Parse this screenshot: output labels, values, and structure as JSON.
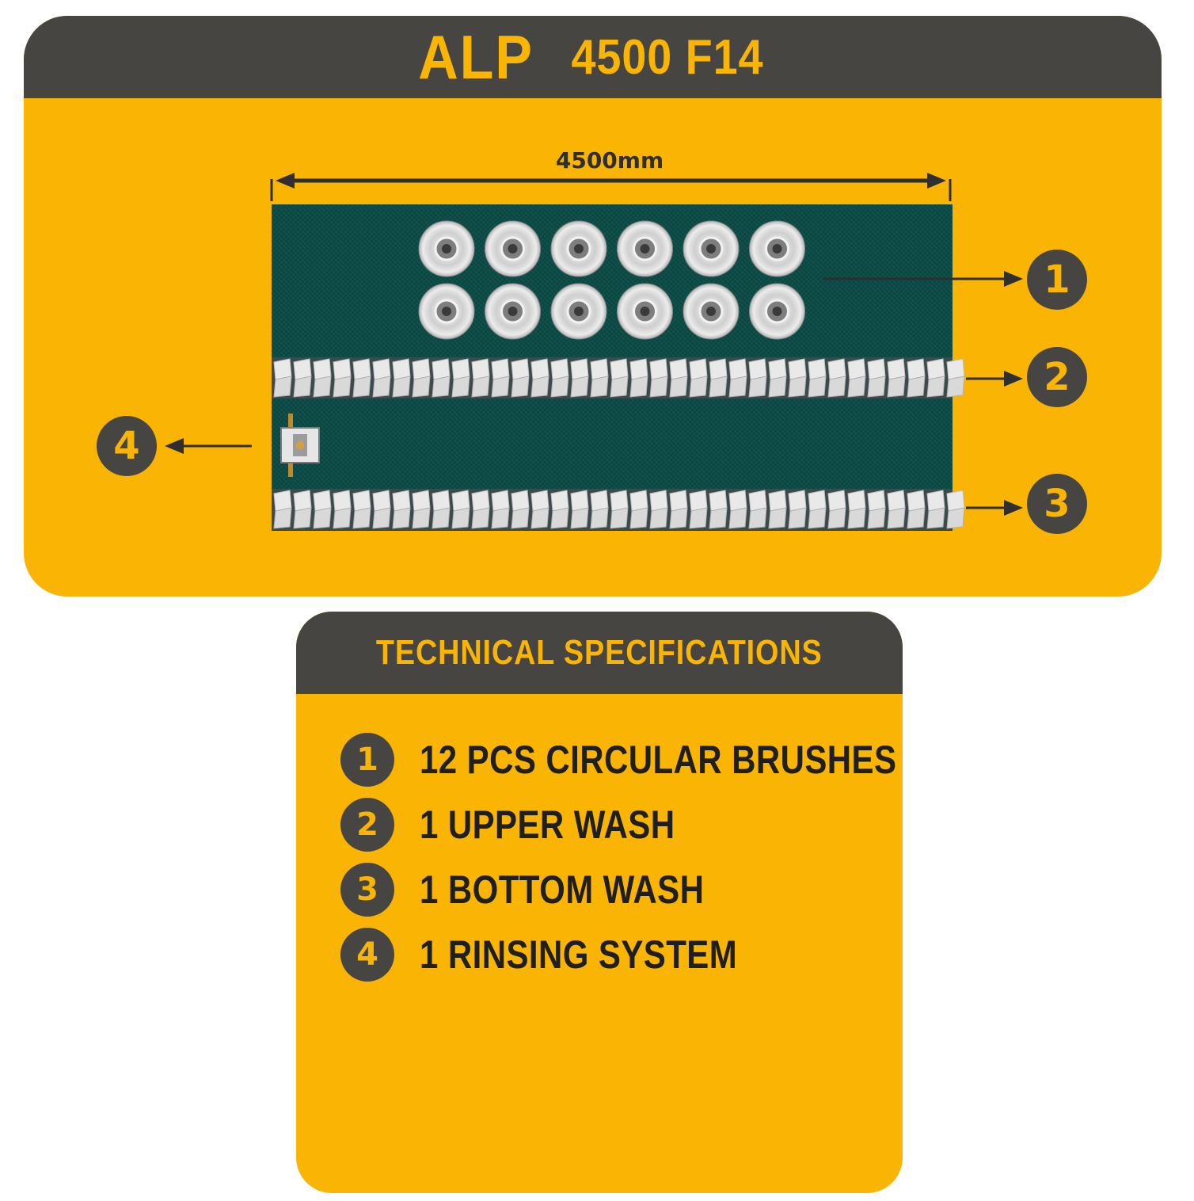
{
  "header": {
    "title_main": "ALP",
    "title_model": "4500 F14"
  },
  "diagram": {
    "dimension_label": "4500mm",
    "callouts": [
      "1",
      "2",
      "3",
      "4"
    ]
  },
  "specs": {
    "title": "TECHNICAL SPECIFICATIONS",
    "items": [
      {
        "num": "1",
        "text": "12 PCS CIRCULAR BRUSHES"
      },
      {
        "num": "2",
        "text": "1 UPPER WASH"
      },
      {
        "num": "3",
        "text": "1 BOTTOM WASH"
      },
      {
        "num": "4",
        "text": "1 RINSING SYSTEM"
      }
    ]
  },
  "colors": {
    "accent": "#f9b404",
    "dark": "#474542",
    "belt": "#0f4a44"
  }
}
